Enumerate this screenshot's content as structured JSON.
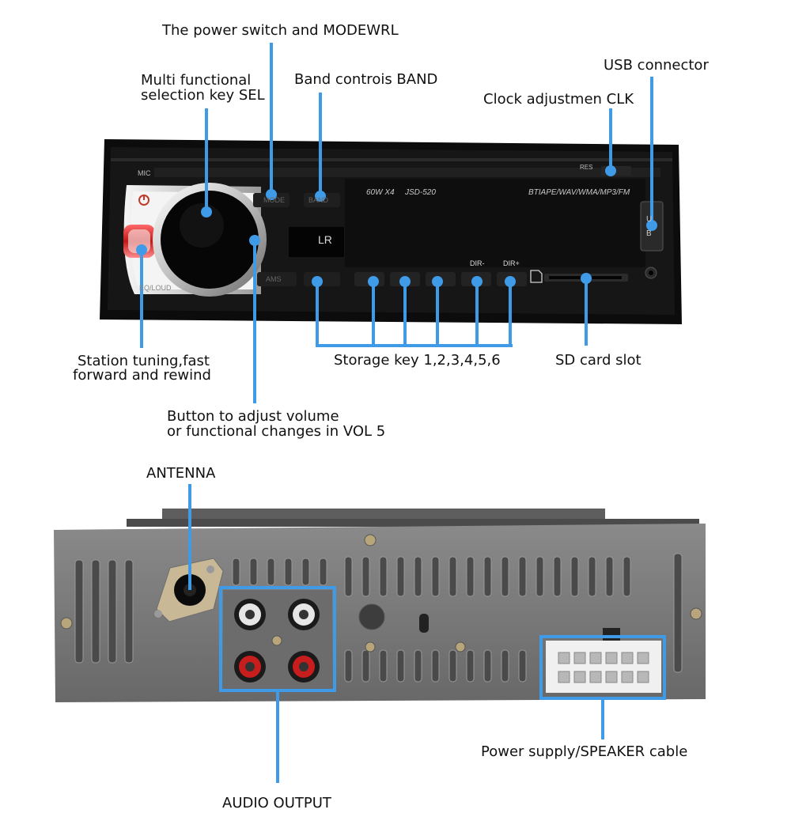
{
  "front_callouts": {
    "power_switch": "The power switch and MODEWRL",
    "multi_functional": [
      "Multi functional",
      "selection key SEL"
    ],
    "band_controls": "Band controis BAND",
    "usb_connector": "USB connector",
    "clock_adjust": "Clock adjustmen CLK",
    "station_tuning": [
      "Station tuning,fast",
      "forward and rewind"
    ],
    "storage_key": "Storage key 1,2,3,4,5,6",
    "sd_card_slot": "SD card slot",
    "volume_button": [
      "Button to adjust volume",
      "or functional changes in VOL 5"
    ]
  },
  "rear_callouts": {
    "antenna": "ANTENNA",
    "audio_output": "AUDIO OUTPUT",
    "power_supply": "Power supply/SPEAKER cable"
  },
  "panel_text": {
    "mic": "MIC",
    "res": "RES",
    "power_wattage": "60W X4",
    "model": "JSD-520",
    "formats": "BTIAPE/WAV/WMA/MP3/FM",
    "dir_minus": "DIR-",
    "dir_plus": "DIR+",
    "eq_loud": "EQ/LOUD",
    "ams": "AMS",
    "usb_u": "U",
    "usb_b": "B",
    "mode": "MODE",
    "band": "BAND",
    "lr_logo": "LR"
  },
  "colors": {
    "callout_blue": "#3f9be8",
    "panel_black": "#151515",
    "chrome": "#d8d8d8",
    "rear_metal": "#767676",
    "rca_white": "#e6e6e6",
    "rca_red": "#c81d1d"
  }
}
